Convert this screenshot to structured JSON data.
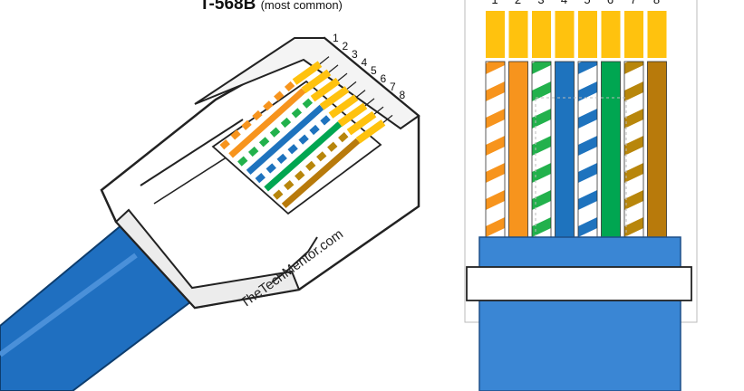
{
  "diagram": {
    "title_main": "T-568B",
    "title_sub": "(most common)",
    "watermark": "TheTechMentor.com",
    "pin_labels": [
      "1",
      "2",
      "3",
      "4",
      "5",
      "6",
      "7",
      "8"
    ]
  },
  "wires": [
    {
      "pin": "1",
      "stripe": true,
      "color": "#f7941d"
    },
    {
      "pin": "2",
      "stripe": false,
      "color": "#f7941d"
    },
    {
      "pin": "3",
      "stripe": true,
      "color": "#22b14c"
    },
    {
      "pin": "4",
      "stripe": false,
      "color": "#1e73be"
    },
    {
      "pin": "5",
      "stripe": true,
      "color": "#1e73be"
    },
    {
      "pin": "6",
      "stripe": false,
      "color": "#00a651"
    },
    {
      "pin": "7",
      "stripe": true,
      "color": "#b8860b"
    },
    {
      "pin": "8",
      "stripe": false,
      "color": "#b87a0b"
    }
  ],
  "colors": {
    "gold_contact": "#ffc20e",
    "cable_blue": "#1f6fc0",
    "boot_blue": "#3a86d4"
  }
}
